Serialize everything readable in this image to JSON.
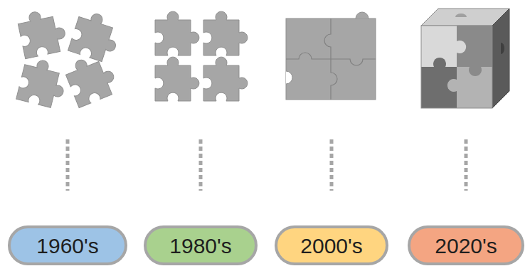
{
  "diagram": {
    "nodes": [
      {
        "text": [
          "1960's"
        ]
      },
      {
        "text": [
          "1980's"
        ]
      },
      {
        "text": [
          "2000's"
        ]
      },
      {
        "text": [
          "2020's"
        ]
      }
    ]
  }
}
